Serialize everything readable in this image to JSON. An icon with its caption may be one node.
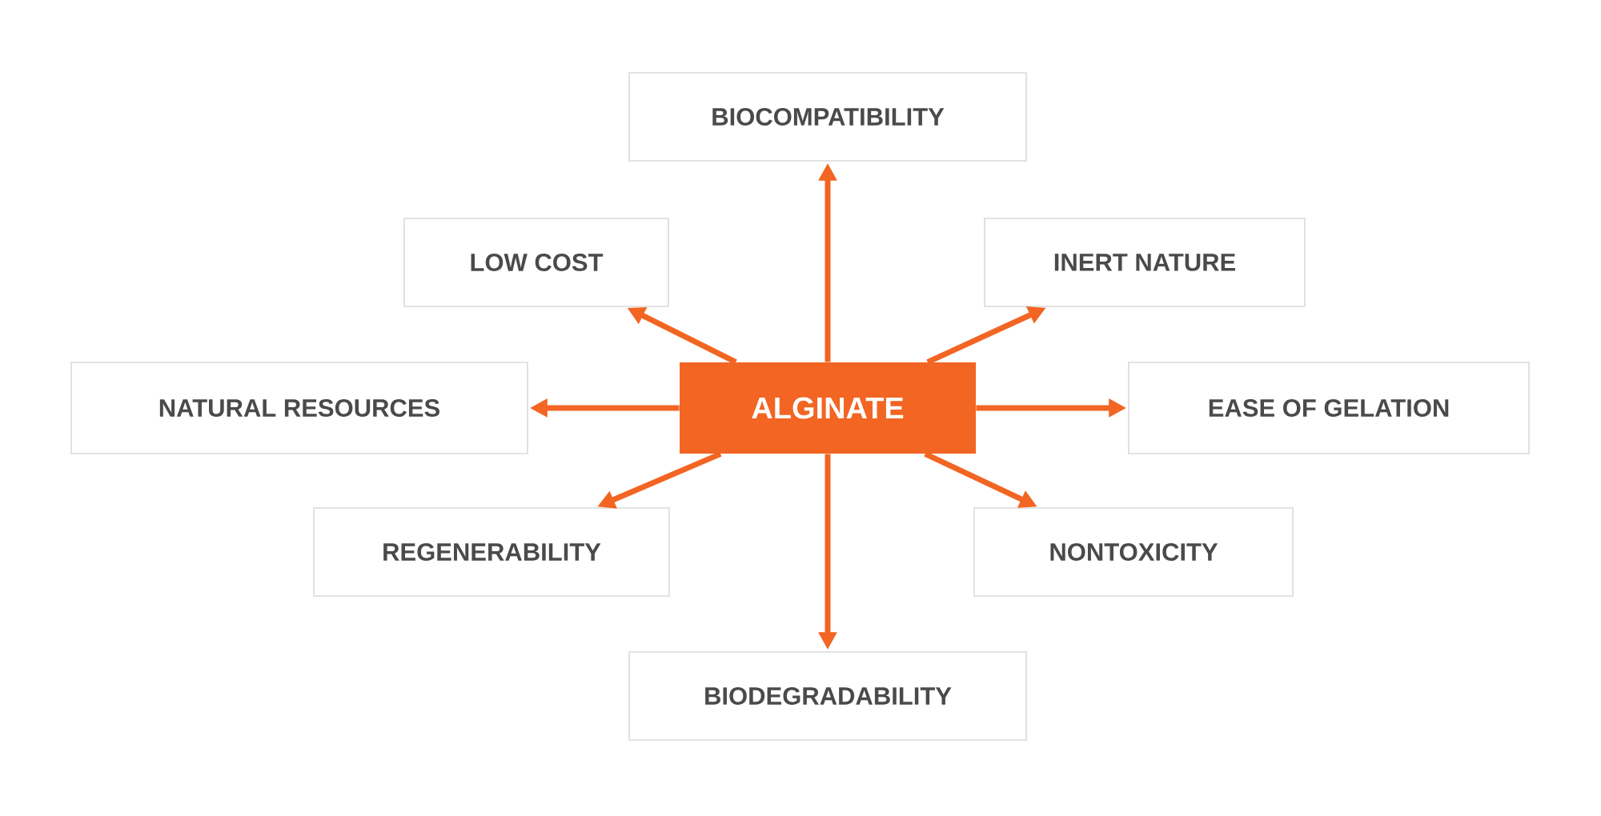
{
  "diagram": {
    "nodes": [
      {
        "text": [
          "ALGINATE"
        ]
      },
      {
        "text": [
          "BIOCOMPATIBILITY"
        ]
      },
      {
        "text": [
          "LOW COST"
        ]
      },
      {
        "text": [
          "INERT NATURE"
        ]
      },
      {
        "text": [
          "NATURAL RESOURCES"
        ]
      },
      {
        "text": [
          "EASE OF GELATION"
        ]
      },
      {
        "text": [
          "REGENERABILITY"
        ]
      },
      {
        "text": [
          "NONTOXICITY"
        ]
      },
      {
        "text": [
          "BIODEGRADABILITY"
        ]
      }
    ],
    "edges": [
      {
        "from": 0,
        "to": 1,
        "arrow": "to"
      },
      {
        "from": 0,
        "to": 2,
        "arrow": "to"
      },
      {
        "from": 0,
        "to": 3,
        "arrow": "to"
      },
      {
        "from": 0,
        "to": 4,
        "arrow": "to"
      },
      {
        "from": 0,
        "to": 5,
        "arrow": "to"
      },
      {
        "from": 0,
        "to": 6,
        "arrow": "to"
      },
      {
        "from": 0,
        "to": 7,
        "arrow": "to"
      },
      {
        "from": 0,
        "to": 8,
        "arrow": "to"
      }
    ]
  }
}
